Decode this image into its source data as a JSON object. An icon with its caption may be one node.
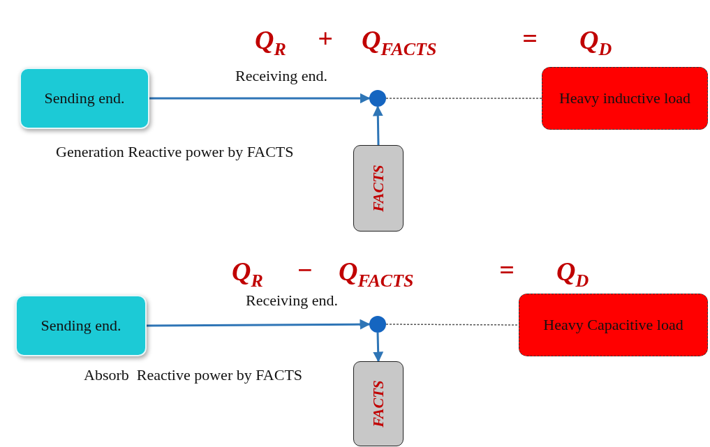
{
  "diagram": {
    "nodes": [
      {
        "text": [
          "Sending end."
        ]
      },
      {
        "text": [],
        "shape": "circle",
        "beside": [
          "Receiving end."
        ]
      },
      {
        "text": [
          "Heavy inductive load"
        ]
      },
      {
        "text": [
          "FACTS"
        ]
      },
      {
        "text": [
          "Sending end."
        ]
      },
      {
        "text": [],
        "shape": "circle",
        "beside": [
          "Receiving end."
        ]
      },
      {
        "text": [
          "Heavy Capacitive load"
        ]
      },
      {
        "text": [
          "FACTS"
        ]
      }
    ],
    "edges": [
      {
        "from": 0,
        "to": 1,
        "arrow": "to"
      },
      {
        "from": 1,
        "to": 2,
        "arrow": "none",
        "style": "dashed",
        "color": "#555555"
      },
      {
        "from": 3,
        "to": 1,
        "arrow": "to"
      },
      {
        "from": 4,
        "to": 5,
        "arrow": "to"
      },
      {
        "from": 5,
        "to": 6,
        "arrow": "none",
        "style": "dashed",
        "color": "#555555"
      },
      {
        "from": 5,
        "to": 7,
        "arrow": "to"
      }
    ],
    "labels": [
      "Q$_{R}$",
      "+",
      "Q$_{FACTS}$",
      "=",
      "Q$_{D}$",
      "Generation Reactive power by FACTS",
      "Q$_{R}$",
      "−",
      "Q$_{FACTS}$",
      "=",
      "Q$_{D}$",
      "Absorb  Reactive power by FACTS"
    ]
  }
}
